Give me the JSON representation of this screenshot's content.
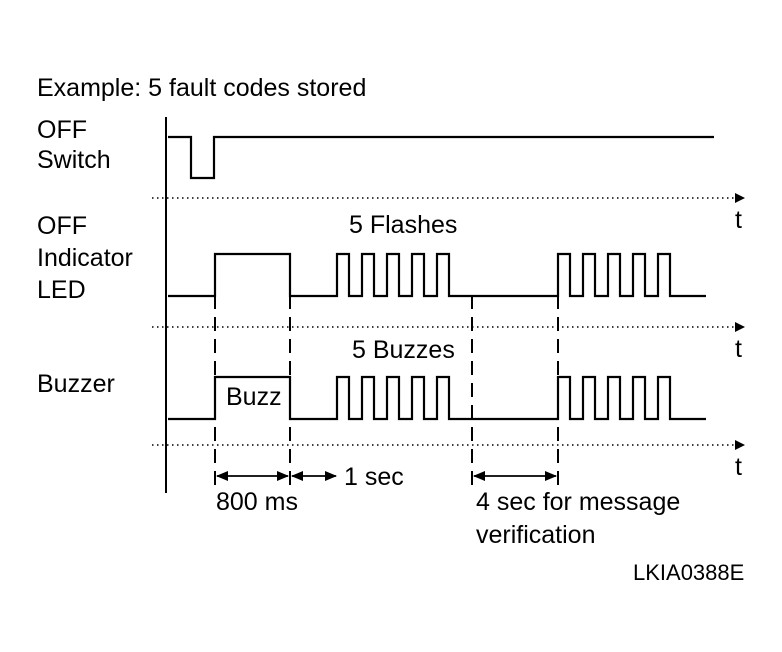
{
  "title": "Example: 5 fault codes stored",
  "rows": {
    "off_switch": {
      "label_line1": "OFF",
      "label_line2": "Switch"
    },
    "led": {
      "label_line1": "OFF",
      "label_line2": "Indicator",
      "label_line3": "LED",
      "pulse_caption": "5 Flashes"
    },
    "buzzer": {
      "label": "Buzzer",
      "pulse_caption": "5 Buzzes",
      "box_label": "Buzz"
    }
  },
  "axis_label": "t",
  "timing": {
    "first_pulse": "800 ms",
    "gap": "1 sec",
    "verification_line1": "4 sec for message",
    "verification_line2": "verification"
  },
  "pulse_count": 5,
  "figure_id": "LKIA0388E"
}
